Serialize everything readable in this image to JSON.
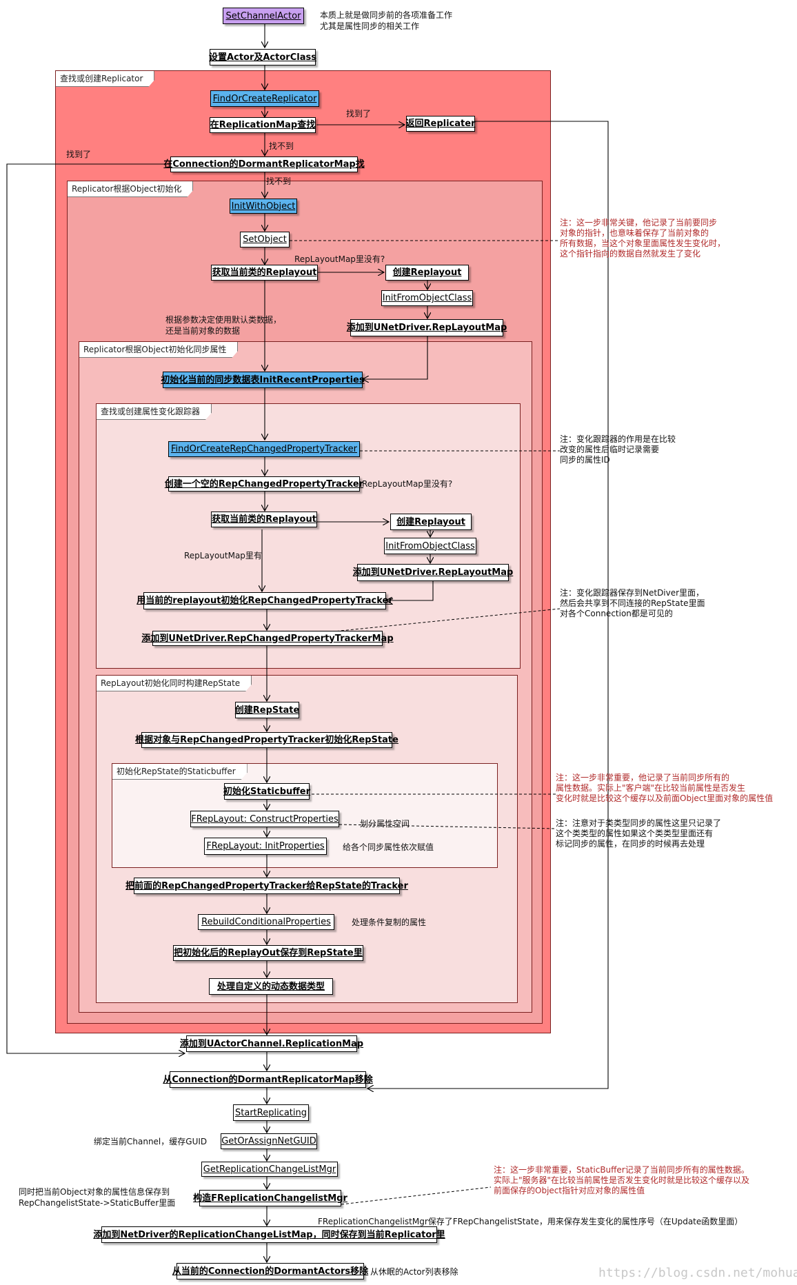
{
  "colors": {
    "frame_outer": "#ff8080",
    "frame_2": "#f4a1a1",
    "frame_3": "#f7bcbc",
    "frame_4": "#f8dede",
    "frame_6": "#fbf2f2",
    "highlight_blue": "#5bb3ee",
    "start_purple": "#c8a0f0",
    "note_text": "#b02a2a"
  },
  "nodes": {
    "set_channel_actor": "SetChannelActor",
    "set_actor_class": "设置Actor及ActorClass",
    "find_or_create_replicator": "FindOrCreateReplicator",
    "find_in_replication_map": "在ReplicationMap查找",
    "return_replicator": "返回Replicater",
    "find_dormant_map": "在Connection的DormantReplicatorMap找",
    "init_with_object": "InitWithObject",
    "set_object": "SetObject",
    "get_replayout_1": "获取当前类的Replayout",
    "create_replayout_1": "创建Replayout",
    "init_from_object_class_1": "InitFromObjectClass",
    "add_replayout_map_1": "添加到UNetDriver.RepLayoutMap",
    "init_recent_properties": "初始化当前的同步数据表InitRecentProperties",
    "find_or_create_tracker": "FindOrCreateRepChangedPropertyTracker",
    "create_empty_tracker": "创建一个空的RepChangedPropertyTracker",
    "get_replayout_2": "获取当前类的Replayout",
    "create_replayout_2": "创建Replayout",
    "init_from_object_class_2": "InitFromObjectClass",
    "add_replayout_map_2": "添加到UNetDriver.RepLayoutMap",
    "init_tracker_with_replayout": "用当前的replayout初始化RepChangedPropertyTracker",
    "add_tracker_map": "添加到UNetDriver.RepChangedPropertyTrackerMap",
    "create_repstate": "创建RepState",
    "init_repstate": "根据对象与RepChangedPropertyTracker初始化RepState",
    "init_staticbuffer": "初始化Staticbuffer",
    "construct_properties": "FRepLayout: ConstructProperties",
    "init_properties": "FRepLayout: InitProperties",
    "give_tracker": "把前面的RepChangedPropertyTracker给RepState的Tracker",
    "rebuild_conditional": "RebuildConditionalProperties",
    "save_replayout": "把初始化后的ReplayOut保存到RepState里",
    "handle_dynamic": "处理自定义的动态数据类型",
    "add_replication_map": "添加到UActorChannel.ReplicationMap",
    "remove_dormant_replicator": "从Connection的DormantReplicatorMap移除",
    "start_replicating": "StartReplicating",
    "get_or_assign_guid": "GetOrAssignNetGUID",
    "get_changelist_mgr": "GetReplicationChangeListMgr",
    "construct_changelist_mgr": "构造FReplicationChangelistMgr",
    "add_changelist_map": "添加到NetDriver的ReplicationChangeListMap，同时保存到当前Replicator里",
    "remove_dormant_actors": "从当前的Connection的DormantActors移除"
  },
  "frames": {
    "f1": "查找或创建Replicator",
    "f2": "Replicator根据Object初始化",
    "f3": "Replicator根据Object初始化同步属性",
    "f4": "查找或创建属性变化跟踪器",
    "f5": "RepLayout初始化同时构建RepState",
    "f6": "初始化RepState的Staticbuffer"
  },
  "labels": {
    "intro_1": "本质上就是做同步前的各项准备工作",
    "intro_2": "尤其是属性同步的相关工作",
    "found_1": "找到了",
    "not_found_1": "找不到",
    "found_2": "找到了",
    "not_found_2": "找不到",
    "replayout_missing_1": "RepLayoutMap里没有?",
    "decide_1": "根据参数决定使用默认类数据，",
    "decide_2": "还是当前对象的数据",
    "replayout_missing_2": "RepLayoutMap里没有?",
    "replayout_present": "RepLayoutMap里有",
    "divide_props": "划分属性空间",
    "assign_values": "给各个同步属性依次赋值",
    "handle_conditional": "处理条件复制的属性",
    "bind_channel": "绑定当前Channel，缓存GUID",
    "save_props_1": "同时把当前Object对象的属性信息保存到",
    "save_props_2": "RepChangelistState->StaticBuffer里面",
    "changelist_mgr_note": "FReplicationChangelistMgr保存了FRepChangelistState，用来保存发生变化的属性序号（在Update函数里面）",
    "dormant_remove_note": "从休眠的Actor列表移除"
  },
  "notes": {
    "n1": [
      "注：这一步非常关键，他记录了当前要同步",
      "对象的指针，也意味着保存了当前对象的",
      "所有数据，当这个对象里面属性发生变化时，",
      "这个指针指向的数据自然就发生了变化"
    ],
    "n2": [
      "注：变化跟踪器的作用是在比较",
      "改变的属性后临时记录需要",
      "同步的属性ID"
    ],
    "n3": [
      "注：变化跟踪器保存到NetDiver里面，",
      "然后会共享到不同连接的RepState里面",
      "对各个Connection都是可见的"
    ],
    "n4": [
      "注：这一步非常重要，他记录了当前同步所有的",
      "属性数据。实际上\"客户端\"在比较当前属性是否发生",
      "变化时就是比较这个缓存以及前面Object里面对象的属性值"
    ],
    "n5": [
      "注：注意对于类类型同步的属性这里只记录了",
      "这个类类型的属性如果这个类类型里面还有",
      "标记同步的属性，在同步的时候再去处理"
    ],
    "n6": [
      "注：这一步非常重要，StaticBuffer记录了当前同步所有的属性数据。",
      "实际上\"服务器\"在比较当前属性是否发生变化时就是比较这个缓存以及",
      "前面保存的Object指针对应对象的属性值"
    ]
  },
  "watermark": "https://blog.csdn.net/mohuak"
}
